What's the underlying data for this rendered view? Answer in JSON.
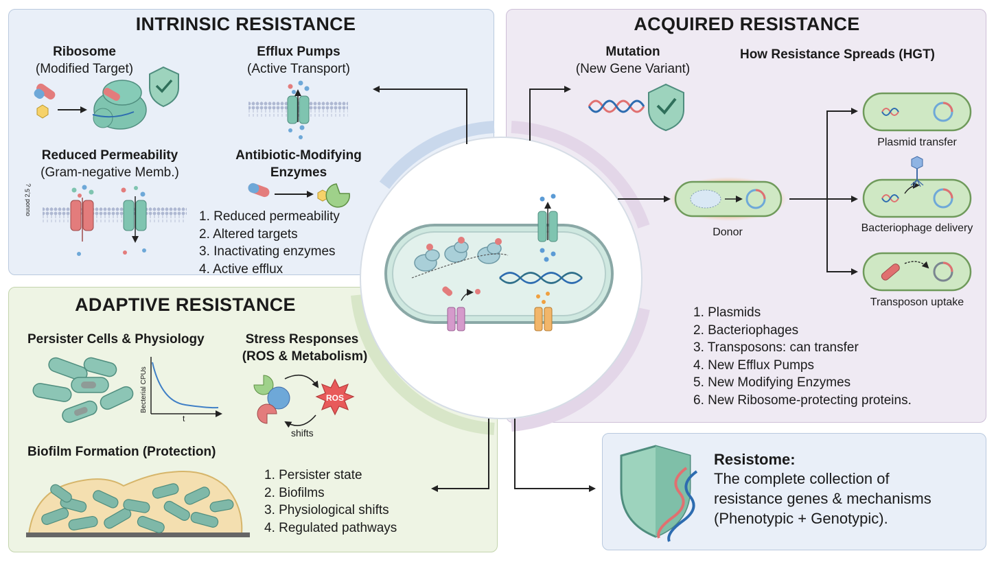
{
  "intrinsic": {
    "title": "INTRINSIC RESISTANCE",
    "ribosome_title": "Ribosome",
    "ribosome_sub": "(Modified Target)",
    "efflux_title": "Efflux Pumps",
    "efflux_sub": "(Active Transport)",
    "permeability_title": "Reduced Permeability",
    "permeability_sub": "(Gram-negative Memb.)",
    "enzymes_title_1": "Antibiotic-Modifying",
    "enzymes_title_2": "Enzymes",
    "membrane_label": "ouuod 2,5 ¿",
    "list": [
      "1. Reduced permeability",
      "2. Altered targets",
      "3. Inactivating enzymes",
      "4. Active efflux"
    ]
  },
  "acquired": {
    "title": "ACQUIRED RESISTANCE",
    "mutation_title": "Mutation",
    "mutation_sub": "(New Gene Variant)",
    "hgt_title": "How Resistance Spreads (HGT)",
    "donor_label": "Donor",
    "plasmid_label": "Plasmid transfer",
    "phage_label": "Bacteriophage delivery",
    "transposon_label": "Transposon uptake",
    "list": [
      "1. Plasmids",
      "2. Bacteriophages",
      "3. Transposons: can transfer",
      "4. New Efflux Pumps",
      "5. New Modifying Enzymes",
      "6. New Ribosome-protecting proteins."
    ]
  },
  "adaptive": {
    "title": "ADAPTIVE RESISTANCE",
    "persister_title": "Persister Cells & Physiology",
    "stress_title_1": "Stress Responses",
    "stress_title_2": "(ROS & Metabolism)",
    "ros_label": "ROS",
    "shifts_label": "shifts",
    "graph_ylabel": "Becterial CPUs",
    "graph_xlabel": "t",
    "biofilm_title": "Biofilm Formation (Protection)",
    "list": [
      "1. Persister state",
      "2. Biofilms",
      "3. Physiological shifts",
      "4. Regulated pathways"
    ]
  },
  "resistome": {
    "title": "Resistome:",
    "line1": "The complete collection of",
    "line2": "resistance genes & mechanisms",
    "line3": "(Phenotypic + Genotypic)."
  },
  "colors": {
    "intrinsic_bg": "#e9eff8",
    "acquired_bg": "#efeaf3",
    "adaptive_bg": "#eef4e4",
    "resistome_bg": "#e9eff8",
    "teal": "#7fc4b0",
    "red": "#e07070"
  }
}
